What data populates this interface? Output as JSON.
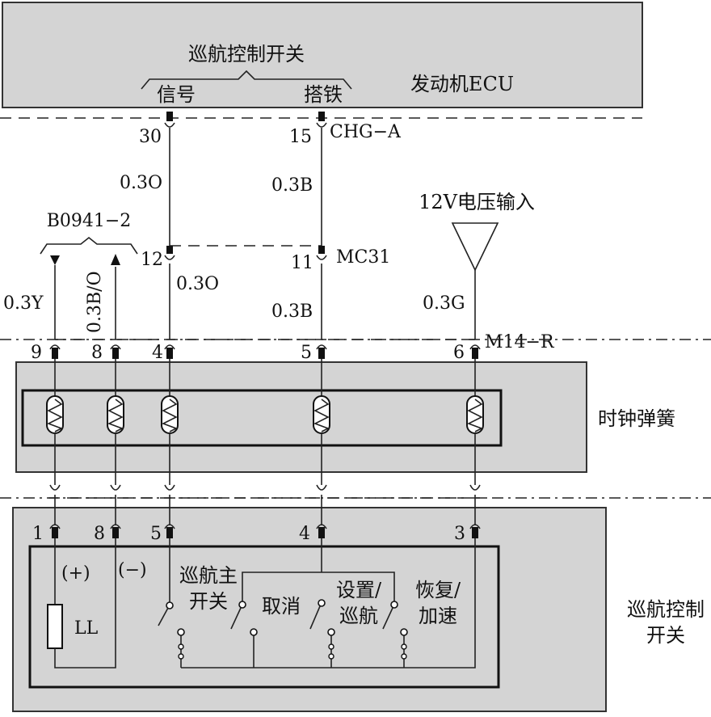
{
  "ecu": {
    "title": "发动机ECU",
    "switch_group": "巡航控制开关",
    "signal": "信号",
    "ground": "搭铁"
  },
  "ecu_pins": [
    {
      "num": "30"
    },
    {
      "num": "15",
      "connector": "CHG−A"
    }
  ],
  "junction": {
    "label": "B0941−2",
    "pins": [
      {
        "num": "12"
      },
      {
        "num": "11",
        "connector": "MC31"
      }
    ]
  },
  "wires": {
    "signal_upper": "0.3O",
    "ground_upper": "0.3B",
    "signal_lower": "0.3O",
    "ground_lower": "0.3B",
    "w9": "0.3Y",
    "w8": "0.3B/O",
    "w6": "0.3G"
  },
  "power": {
    "label": "12V电压输入"
  },
  "clock_spring": {
    "label": "时钟弹簧",
    "connector": "M14−R",
    "pins": [
      "9",
      "8",
      "4",
      "5",
      "6"
    ]
  },
  "cruise_switch": {
    "label_line1": "巡航控制",
    "label_line2": "开关",
    "pins": [
      "1",
      "8",
      "5",
      "4",
      "3"
    ],
    "plus": "(+)",
    "minus": "(−)",
    "lamp": "LL",
    "main_line1": "巡航主",
    "main_line2": "开关",
    "cancel": "取消",
    "set_line1": "设置/",
    "set_line2": "巡航",
    "resume_line1": "恢复/",
    "resume_line2": "加速"
  }
}
